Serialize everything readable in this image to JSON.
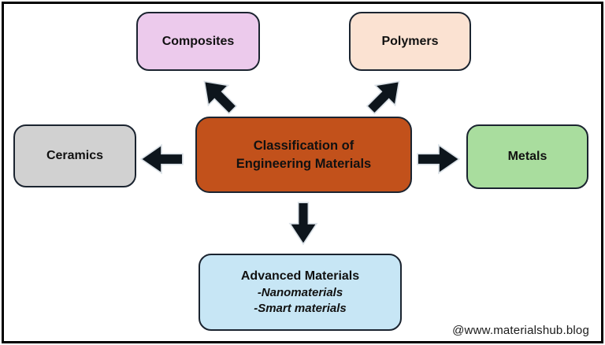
{
  "diagram": {
    "center_node": {
      "line1": "Classification of",
      "line2": "Engineering Materials",
      "fill": "#c2511b"
    },
    "nodes": {
      "composites": {
        "label": "Composites",
        "fill": "#eccaec"
      },
      "polymers": {
        "label": "Polymers",
        "fill": "#fbe2d2"
      },
      "ceramics": {
        "label": "Ceramics",
        "fill": "#d1d1d1"
      },
      "metals": {
        "label": "Metals",
        "fill": "#a9dd9e"
      },
      "advanced": {
        "label": "Advanced Materials",
        "sub1": "-Nanomaterials",
        "sub2": "-Smart materials",
        "fill": "#c7e6f5"
      }
    },
    "arrows": [
      {
        "name": "arrow-up-left",
        "from": "center",
        "to": "composites"
      },
      {
        "name": "arrow-up-right",
        "from": "center",
        "to": "polymers"
      },
      {
        "name": "arrow-left",
        "from": "center",
        "to": "ceramics"
      },
      {
        "name": "arrow-right",
        "from": "center",
        "to": "metals"
      },
      {
        "name": "arrow-down",
        "from": "center",
        "to": "advanced"
      }
    ],
    "watermark": "@www.materialshub.blog",
    "colors": {
      "arrow_fill": "#0d151c",
      "arrow_outline": "#d9e0e6",
      "node_border": "#1b2430",
      "frame_border": "#000000",
      "background": "#ffffff",
      "text": "#111111"
    }
  }
}
